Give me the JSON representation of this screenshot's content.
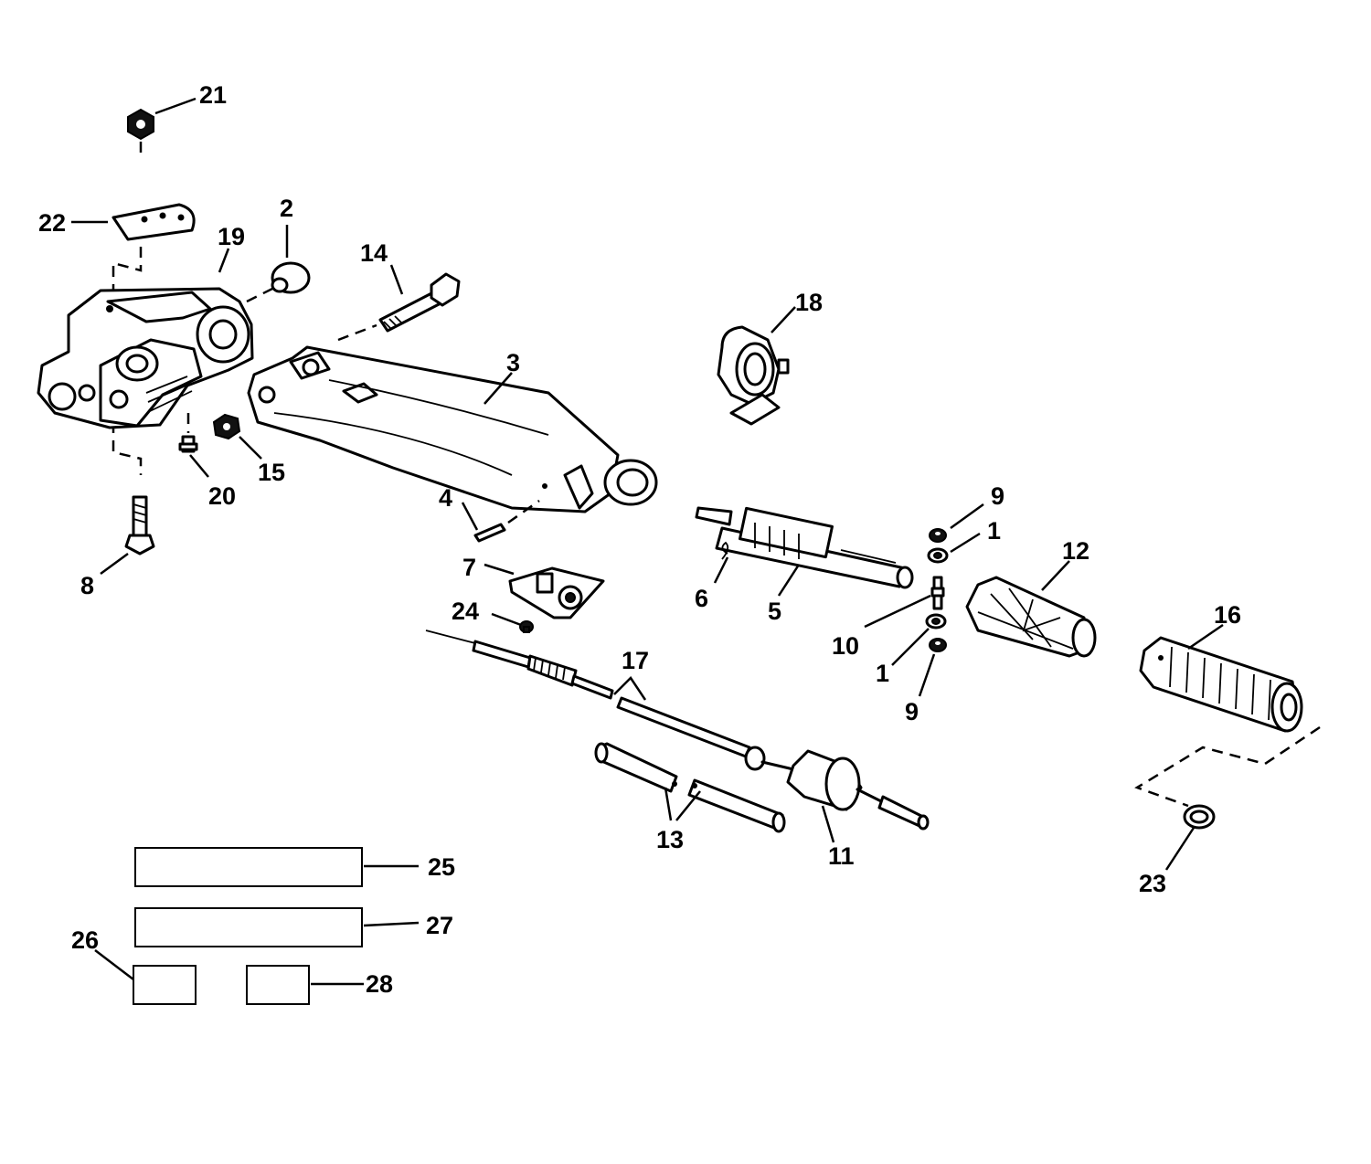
{
  "callouts": {
    "p1a": "1",
    "p1b": "1",
    "p2": "2",
    "p3": "3",
    "p4": "4",
    "p5": "5",
    "p6": "6",
    "p7": "7",
    "p8": "8",
    "p9a": "9",
    "p9b": "9",
    "p10": "10",
    "p11": "11",
    "p12": "12",
    "p13": "13",
    "p14": "14",
    "p15": "15",
    "p16": "16",
    "p17": "17",
    "p18": "18",
    "p19": "19",
    "p20": "20",
    "p21": "21",
    "p22": "22",
    "p23": "23",
    "p24": "24",
    "p25": "25",
    "p26": "26",
    "p27": "27",
    "p28": "28"
  }
}
